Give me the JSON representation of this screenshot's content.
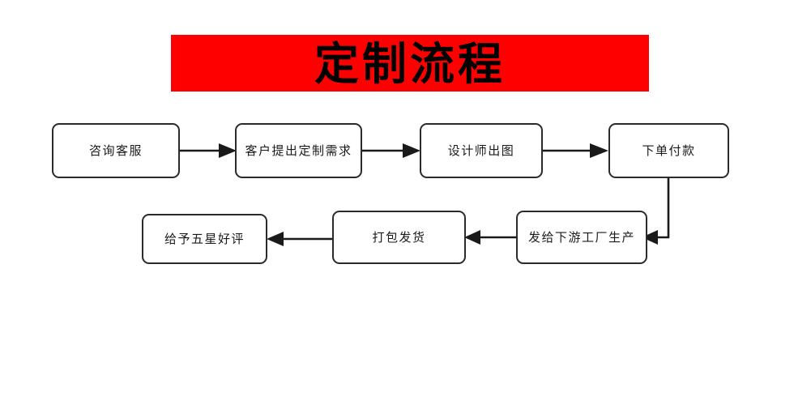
{
  "banner": {
    "title": "定制流程",
    "background_color": "#fe0000",
    "text_color": "#000000"
  },
  "flow": {
    "box_border_color": "#2b2b2f",
    "connector_color": "#1a1a1a",
    "row1": [
      {
        "id": "consult",
        "label": "咨询客服"
      },
      {
        "id": "request",
        "label": "客户提出定制需求"
      },
      {
        "id": "design",
        "label": "设计师出图"
      },
      {
        "id": "payment",
        "label": "下单付款"
      }
    ],
    "row2": [
      {
        "id": "review",
        "label": "给予五星好评"
      },
      {
        "id": "shipping",
        "label": "打包发货"
      },
      {
        "id": "factory",
        "label": "发给下游工厂生产"
      }
    ],
    "connectors": [
      {
        "id": "consult-to-request",
        "from": "consult",
        "to": "request",
        "direction": "right"
      },
      {
        "id": "request-to-design",
        "from": "request",
        "to": "design",
        "direction": "right"
      },
      {
        "id": "design-to-payment",
        "from": "design",
        "to": "payment",
        "direction": "right"
      },
      {
        "id": "payment-to-factory",
        "from": "payment",
        "to": "factory",
        "direction": "down-left"
      },
      {
        "id": "factory-to-shipping",
        "from": "factory",
        "to": "shipping",
        "direction": "left"
      },
      {
        "id": "shipping-to-review",
        "from": "shipping",
        "to": "review",
        "direction": "left"
      }
    ]
  }
}
